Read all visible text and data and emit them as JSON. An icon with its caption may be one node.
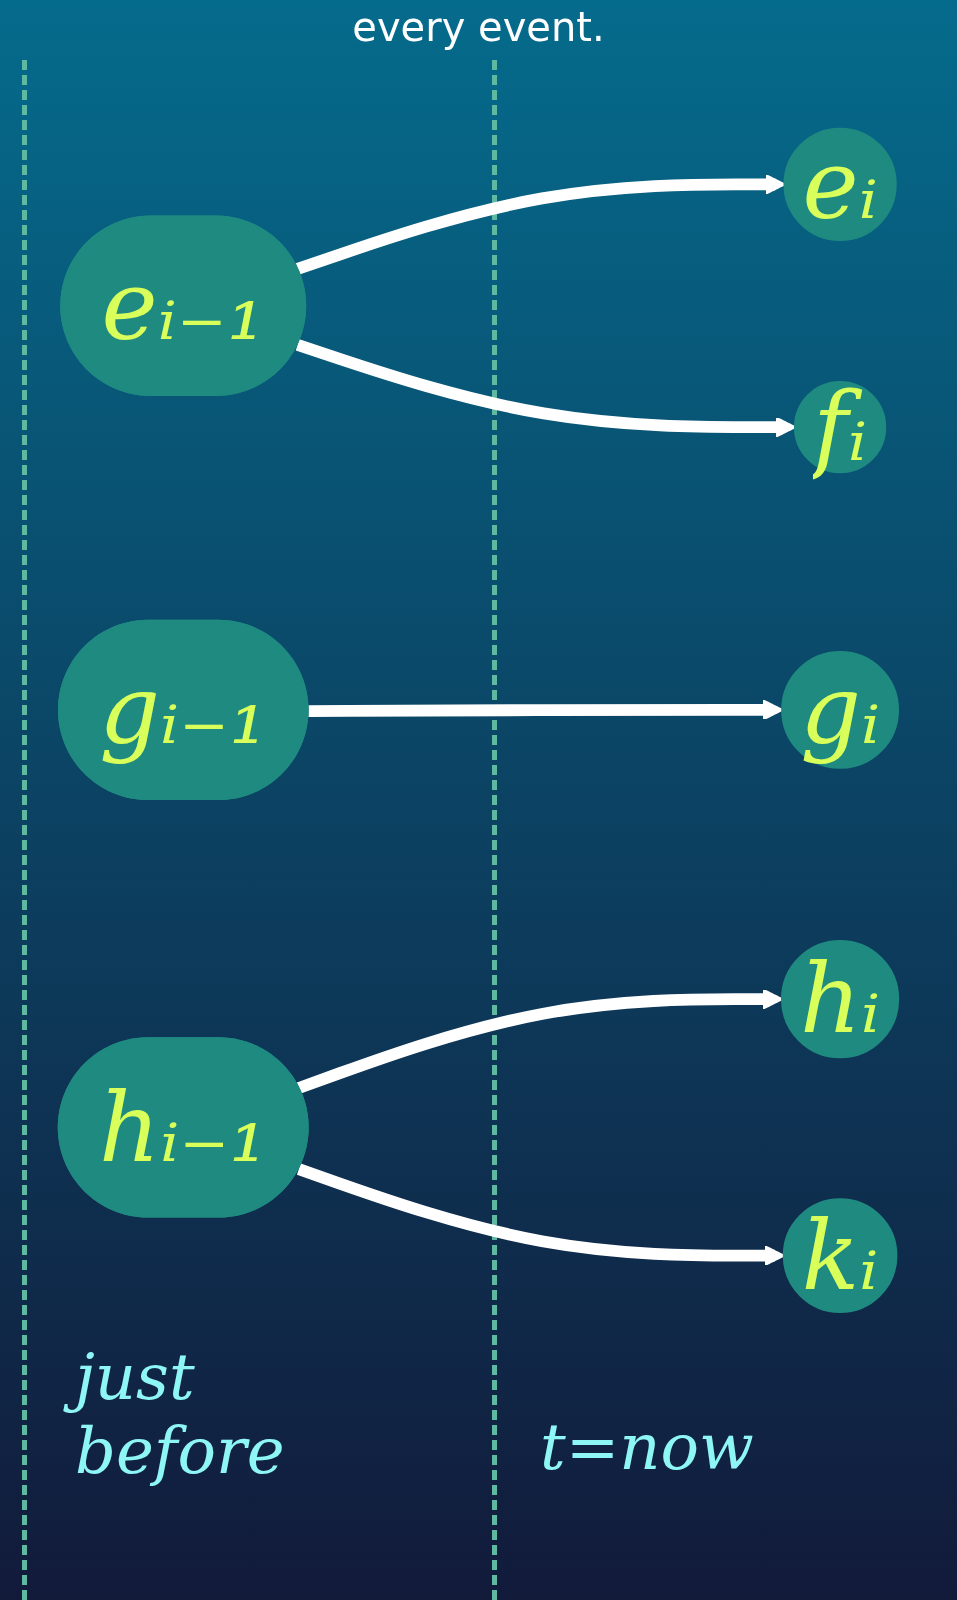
{
  "diagram": {
    "nodes": [
      {
        "text": [
          "eᵢ₋₁"
        ]
      },
      {
        "text": [
          "gᵢ₋₁"
        ]
      },
      {
        "text": [
          "hᵢ₋₁"
        ]
      },
      {
        "text": [
          "eᵢ"
        ]
      },
      {
        "text": [
          "fᵢ"
        ]
      },
      {
        "text": [
          "gᵢ"
        ]
      },
      {
        "text": [
          "hᵢ"
        ]
      },
      {
        "text": [
          "kᵢ"
        ]
      }
    ],
    "edges": [
      {
        "from": 0,
        "to": 3,
        "arrow": "to"
      },
      {
        "from": 0,
        "to": 4,
        "arrow": "to"
      },
      {
        "from": 1,
        "to": 5,
        "arrow": "to"
      },
      {
        "from": 2,
        "to": 6,
        "arrow": "to"
      },
      {
        "from": 2,
        "to": 7,
        "arrow": "to"
      }
    ],
    "labels": [
      "every event.",
      "just before",
      "t=now"
    ]
  }
}
